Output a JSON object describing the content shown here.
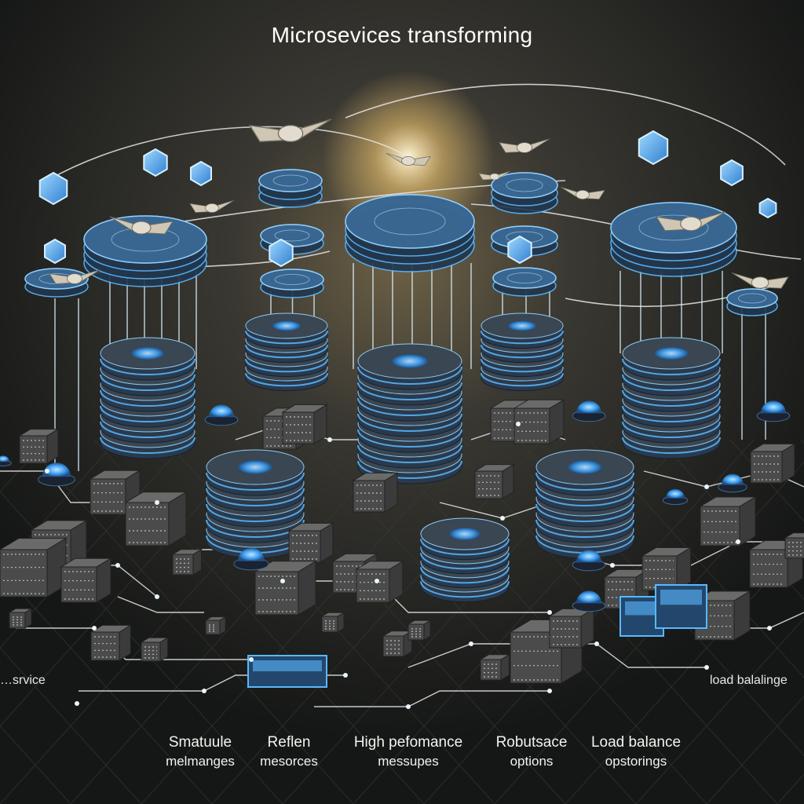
{
  "title": "Microsevices  transforming",
  "edge_labels": {
    "left": "…srvice",
    "right": "load balalinge"
  },
  "captions": [
    {
      "line1": "Smatuule",
      "line2": "melmanges"
    },
    {
      "line1": "Reflen",
      "line2": "mesorces"
    },
    {
      "line1": "High pefomance",
      "line2": "messupes"
    },
    {
      "line1": "Robutsace",
      "line2": "options"
    },
    {
      "line1": "Load balance",
      "line2": "opstorings"
    }
  ],
  "colors": {
    "background": "#1a1c1b",
    "glow": "#5ab8ff",
    "server_body": "#2a3a4c",
    "server_stripe": "#5ab8ff",
    "cube": "#5a5b5a",
    "line": "#e8e8e8",
    "drone": "#cfc6b4"
  },
  "icons": [
    "hexagon-node-icon",
    "drone-icon",
    "database-stack-icon",
    "server-cube-icon",
    "glowing-dome-icon"
  ]
}
